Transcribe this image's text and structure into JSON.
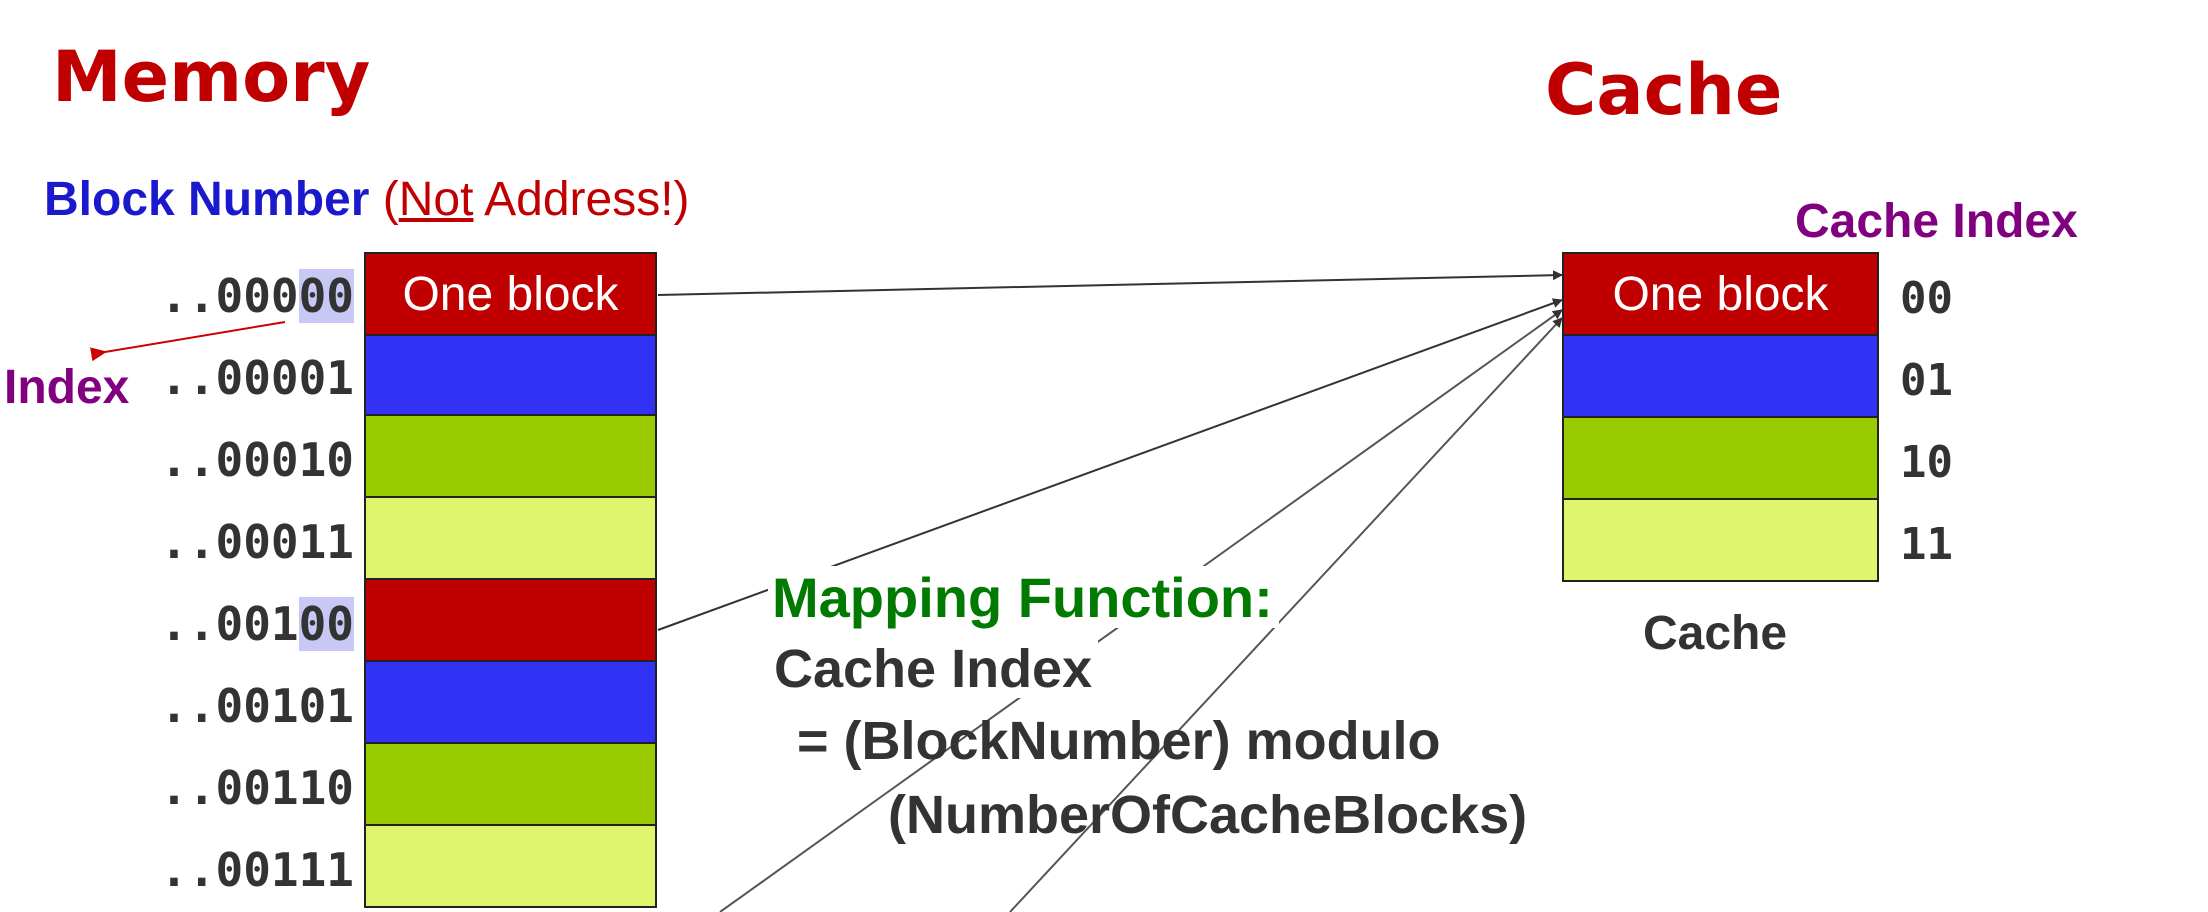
{
  "memory_title": "Memory",
  "cache_title": "Cache",
  "block_number_label": {
    "main": "Block Number",
    "paren_open": " (",
    "not_word": "Not",
    "rest": " Address!)"
  },
  "index_label": "Index",
  "cache_index_label": "Cache Index",
  "cache_caption": "Cache",
  "memory_rows": [
    {
      "prefix": "..000",
      "highlight": "00",
      "block": "One block",
      "color": "red"
    },
    {
      "prefix": "..00001",
      "highlight": "",
      "block": "",
      "color": "blue"
    },
    {
      "prefix": "..00010",
      "highlight": "",
      "block": "",
      "color": "green"
    },
    {
      "prefix": "..00011",
      "highlight": "",
      "block": "",
      "color": "yellow"
    },
    {
      "prefix": "..001",
      "highlight": "00",
      "block": "",
      "color": "red"
    },
    {
      "prefix": "..00101",
      "highlight": "",
      "block": "",
      "color": "blue"
    },
    {
      "prefix": "..00110",
      "highlight": "",
      "block": "",
      "color": "green"
    },
    {
      "prefix": "..00111",
      "highlight": "",
      "block": "",
      "color": "yellow"
    }
  ],
  "cache_rows": [
    {
      "index": "00",
      "block": "One block",
      "color": "red"
    },
    {
      "index": "01",
      "block": "",
      "color": "blue"
    },
    {
      "index": "10",
      "block": "",
      "color": "green"
    },
    {
      "index": "11",
      "block": "",
      "color": "yellow"
    }
  ],
  "mapping": {
    "title": "Mapping Function:",
    "line1": "Cache Index",
    "line2": " = (BlockNumber) modulo",
    "line3": "(NumberOfCacheBlocks)"
  },
  "colors": {
    "red": "#c00000",
    "blue": "#3232f5",
    "green": "#99cc00",
    "yellow": "#e0f56e",
    "title": "#c00000",
    "block_number": "#1a1acc",
    "index": "#800080",
    "mapping_title": "#007a00"
  }
}
